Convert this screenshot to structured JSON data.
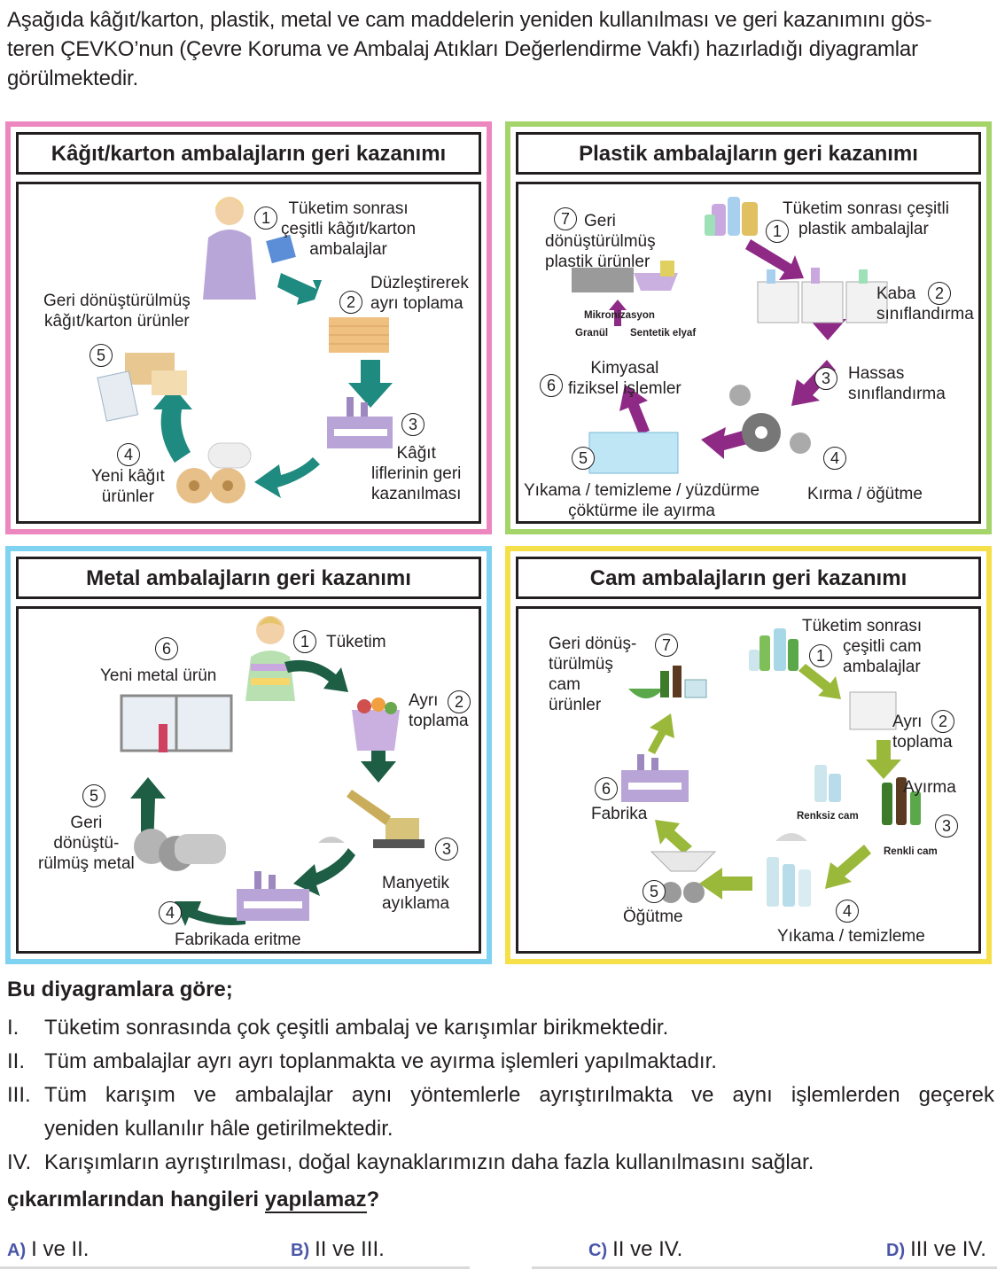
{
  "intro": "Aşağıda kâğıt/karton, plastik, metal ve cam maddelerin yeniden kullanılması ve geri kazanımını gösteren ÇEVKO’nun (Çevre Koruma ve Ambalaj Atıkları Değerlendirme Vakfı) hazırladığı diyagramlar görülmektedir.",
  "intro_lines": [
    "Aşağıda kâğıt/karton, plastik, metal ve cam maddelerin yeniden kullanılması ve geri kazanımını gös-",
    "teren ÇEVKO’nun (Çevre Koruma ve Ambalaj Atıkları Değerlendirme Vakfı) hazırladığı diyagramlar",
    "görülmektedir."
  ],
  "colors": {
    "paper": "#ec87c0",
    "plastic": "#a5d46a",
    "metal": "#7fd3f0",
    "glass": "#f6e04a",
    "teal_arrow": "#1f8a7f",
    "purple_arrow": "#8e2a86",
    "dark_green_arrow": "#1d5e44",
    "olive_arrow": "#9ab83a",
    "option_letter": "#4a56a8"
  },
  "paper": {
    "title": "Kâğıt/karton ambalajların geri kazanımı",
    "steps": [
      {
        "n": "1",
        "label": [
          "Tüketim sonrası",
          "çeşitli kâğıt/karton",
          "ambalajlar"
        ]
      },
      {
        "n": "2",
        "label": [
          "Düzleştirerek",
          "ayrı toplama"
        ]
      },
      {
        "n": "3",
        "label": [
          "Kâğıt",
          "liflerinin geri",
          "kazanılması"
        ]
      },
      {
        "n": "4",
        "label": [
          "Yeni kâğıt",
          "ürünler"
        ]
      },
      {
        "n": "5",
        "label": [
          "Geri dönüştürülmüş",
          "kâğıt/karton ürünler"
        ]
      }
    ]
  },
  "plastic": {
    "title": "Plastik ambalajların geri kazanımı",
    "steps": [
      {
        "n": "1",
        "label": [
          "Tüketim sonrası çeşitli",
          "plastik ambalajlar"
        ]
      },
      {
        "n": "2",
        "label": [
          "Kaba",
          "sınıflandırma"
        ]
      },
      {
        "n": "3",
        "label": [
          "Hassas",
          "sınıflandırma"
        ]
      },
      {
        "n": "4",
        "label": [
          "Kırma / öğütme"
        ]
      },
      {
        "n": "5",
        "label": [
          "Yıkama / temizleme / yüzdürme",
          "çöktürme ile ayırma"
        ]
      },
      {
        "n": "6",
        "label": [
          "Kimyasal",
          "fiziksel işlemler"
        ]
      },
      {
        "n": "7",
        "label": [
          "Geri",
          "dönüştürülmüş",
          "plastik ürünler"
        ]
      }
    ],
    "small": {
      "mikro": "Mikronizasyon",
      "granul": "Granül",
      "sentetik": "Sentetik elyaf"
    }
  },
  "metal": {
    "title": "Metal ambalajların geri kazanımı",
    "steps": [
      {
        "n": "1",
        "label": [
          "Tüketim"
        ]
      },
      {
        "n": "2",
        "label": [
          "Ayrı",
          "toplama"
        ]
      },
      {
        "n": "3",
        "label": [
          "Manyetik",
          "ayıklama"
        ]
      },
      {
        "n": "4",
        "label": [
          "Fabrikada eritme"
        ]
      },
      {
        "n": "5",
        "label": [
          "Geri",
          "dönüştü-",
          "rülmüş metal"
        ]
      },
      {
        "n": "6",
        "label": [
          "Yeni metal ürün"
        ]
      }
    ]
  },
  "glass": {
    "title": "Cam ambalajların geri kazanımı",
    "steps": [
      {
        "n": "1",
        "label": [
          "Tüketim sonrası",
          "çeşitli cam",
          "ambalajlar"
        ]
      },
      {
        "n": "2",
        "label": [
          "Ayrı",
          "toplama"
        ]
      },
      {
        "n": "3",
        "label": [
          "Ayırma"
        ]
      },
      {
        "n": "4",
        "label": [
          "Yıkama / temizleme"
        ]
      },
      {
        "n": "5",
        "label": [
          "Öğütme"
        ]
      },
      {
        "n": "6",
        "label": [
          "Fabrika"
        ]
      },
      {
        "n": "7",
        "label": [
          "Geri dönüş-",
          "türülmüş",
          "cam",
          "ürünler"
        ]
      }
    ],
    "small": {
      "renksiz": "Renksiz cam",
      "renkli": "Renkli cam"
    }
  },
  "question": {
    "head": "Bu diyagramlara göre;",
    "statements": [
      {
        "roman": "I.",
        "text": "Tüketim sonrasında çok çeşitli ambalaj ve karışımlar birikmektedir."
      },
      {
        "roman": "II.",
        "text": "Tüm ambalajlar ayrı ayrı toplanmakta ve ayırma işlemleri yapılmaktadır."
      },
      {
        "roman": "III.",
        "text": "Tüm karışım ve ambalajlar aynı yöntemlerle ayrıştırılmakta ve aynı işlemlerden geçerek"
      },
      {
        "roman": "",
        "text": "yeniden kullanılır hâle getirilmektedir."
      },
      {
        "roman": "IV.",
        "text": "Karışımların ayrıştırılması, doğal kaynaklarımızın daha fazla kullanılmasını sağlar."
      }
    ],
    "ask_pre": "çıkarımlarından hangileri",
    "ask_key": "yapılamaz",
    "ask_post": "?",
    "options": [
      {
        "letter": "A)",
        "text": "I ve II."
      },
      {
        "letter": "B)",
        "text": "II ve III."
      },
      {
        "letter": "C)",
        "text": "II ve IV."
      },
      {
        "letter": "D)",
        "text": "III ve IV."
      }
    ]
  }
}
